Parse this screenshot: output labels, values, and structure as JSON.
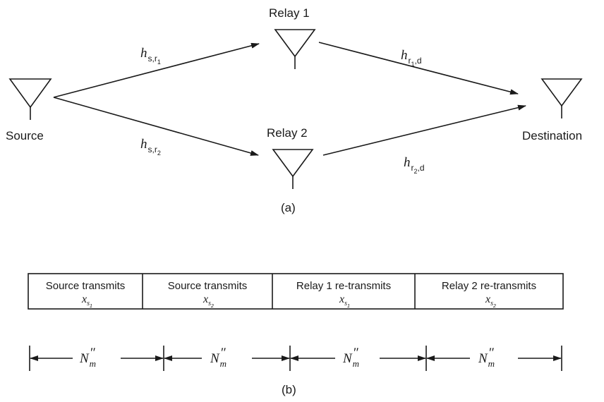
{
  "nodes": {
    "source": "Source",
    "relay1": "Relay 1",
    "relay2": "Relay 2",
    "destination": "Destination"
  },
  "links": {
    "h_main": "h",
    "s_r1_first": "s,r",
    "s_r1_idx": "1",
    "s_r2_first": "s,r",
    "s_r2_idx": "2",
    "r1_d_first": "r",
    "r1_d_idx": "1",
    "r1_d_last": ",d",
    "r2_d_first": "r",
    "r2_d_idx": "2",
    "r2_d_last": ",d"
  },
  "captions": {
    "a": "(a)",
    "b": "(b)"
  },
  "timeline": {
    "slots": [
      {
        "label": "Source transmits",
        "symbol": "x",
        "sub": "s",
        "idx": "1"
      },
      {
        "label": "Source transmits",
        "symbol": "x",
        "sub": "s",
        "idx": "2"
      },
      {
        "label": "Relay 1 re-transmits",
        "symbol": "x",
        "sub": "s",
        "idx": "1"
      },
      {
        "label": "Relay 2 re-transmits",
        "symbol": "x",
        "sub": "s",
        "idx": "2"
      }
    ],
    "duration_symbol": "N",
    "duration_prime": "″",
    "duration_sub": "m"
  }
}
